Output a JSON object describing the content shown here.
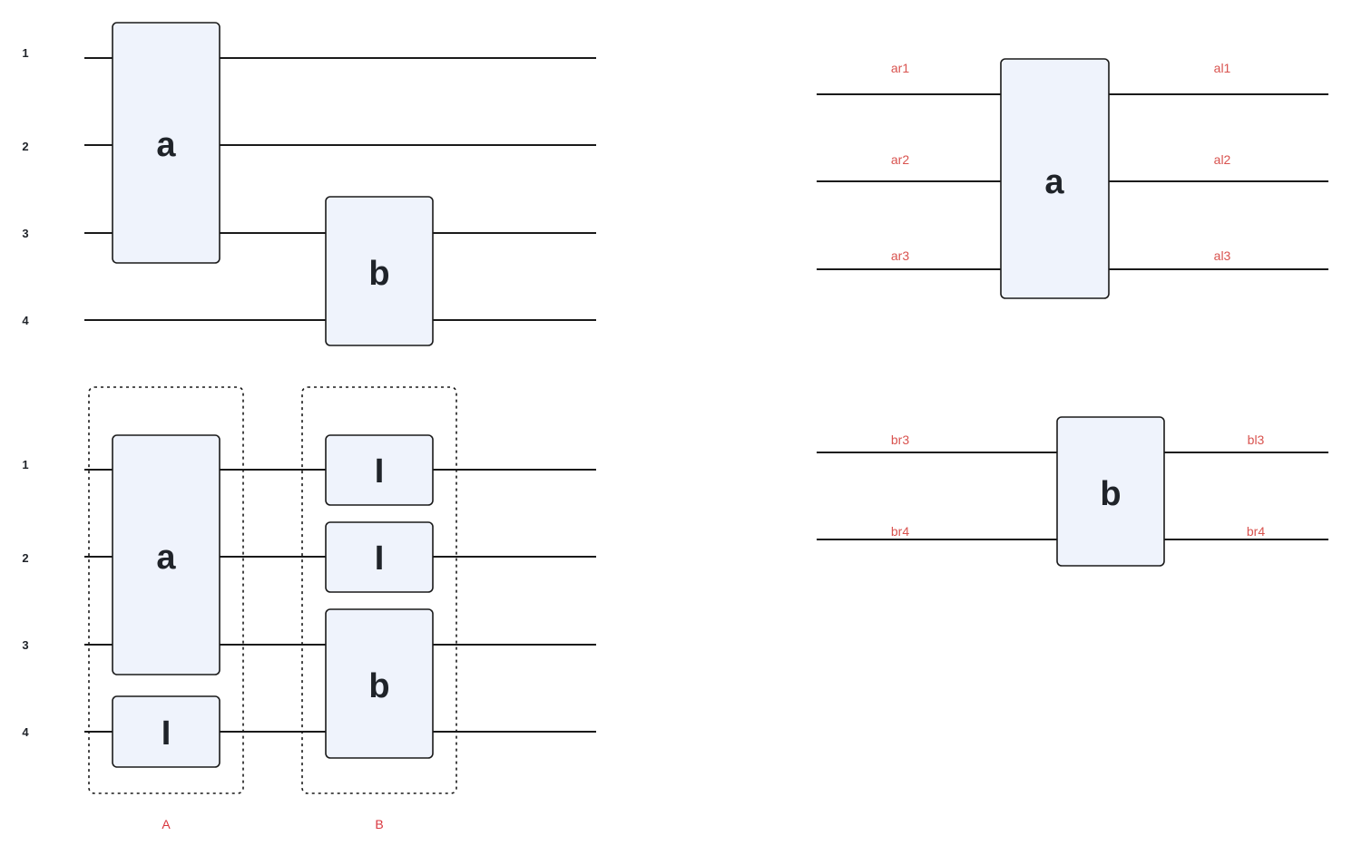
{
  "circuit1": {
    "qubit_labels": [
      "1",
      "2",
      "3",
      "4"
    ],
    "gates": [
      {
        "label": "a",
        "qubits": [
          1,
          2,
          3
        ]
      },
      {
        "label": "b",
        "qubits": [
          3,
          4
        ]
      }
    ]
  },
  "circuit2": {
    "qubit_labels": [
      "1",
      "2",
      "3",
      "4"
    ],
    "groups": [
      {
        "label": "A",
        "gates": [
          {
            "label": "a",
            "qubits": [
              1,
              2,
              3
            ]
          },
          {
            "label": "I",
            "qubits": [
              4
            ]
          }
        ]
      },
      {
        "label": "B",
        "gates": [
          {
            "label": "I",
            "qubits": [
              1
            ]
          },
          {
            "label": "I",
            "qubits": [
              2
            ]
          },
          {
            "label": "b",
            "qubits": [
              3,
              4
            ]
          }
        ]
      }
    ]
  },
  "gate_a_detail": {
    "label": "a",
    "left_ports": [
      "ar1",
      "ar2",
      "ar3"
    ],
    "right_ports": [
      "al1",
      "al2",
      "al3"
    ]
  },
  "gate_b_detail": {
    "label": "b",
    "left_ports": [
      "br3",
      "br4"
    ],
    "right_ports": [
      "bl3",
      "br4"
    ]
  },
  "colors": {
    "gate_fill": "#eff3fc",
    "wire": "#1a1a1a",
    "port_label": "#d9534f"
  }
}
